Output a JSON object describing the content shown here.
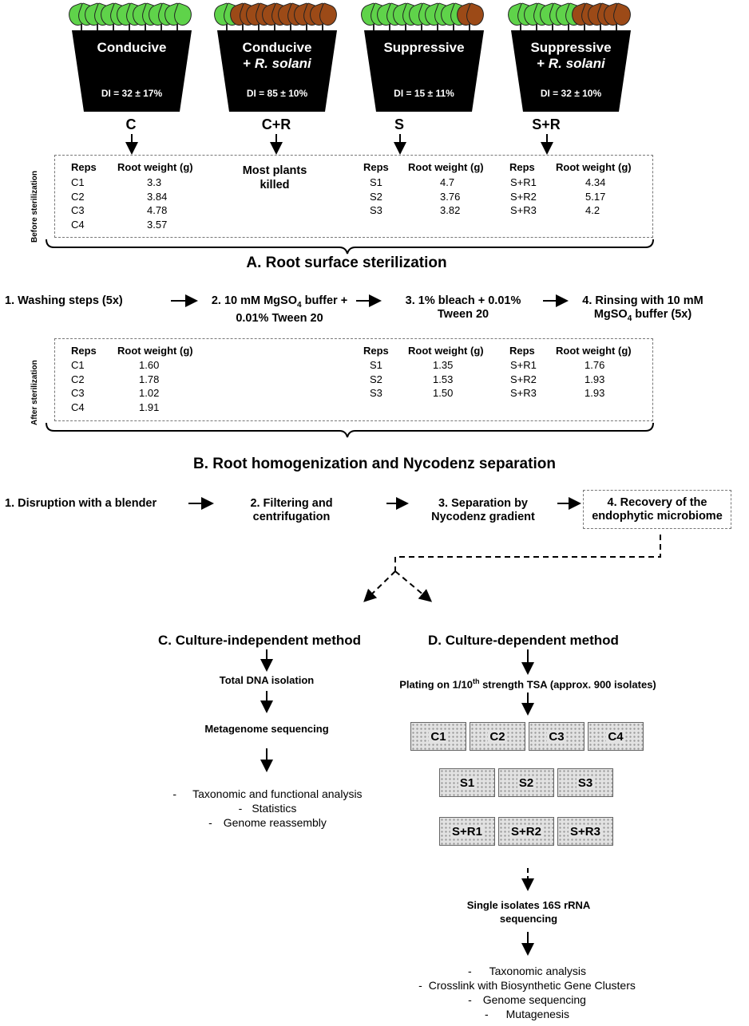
{
  "pots": [
    {
      "title_line1": "Conducive",
      "title_line2": "",
      "title_line2_italic": "",
      "di": "DI = 32 ± 17%",
      "code": "C",
      "plants": [
        "g",
        "g",
        "g",
        "g",
        "g",
        "g",
        "g"
      ]
    },
    {
      "title_line1": "Conducive",
      "title_line2": "+ ",
      "title_line2_italic": "R. solani",
      "di": "DI = 85 ± 10%",
      "code": "C+R",
      "plants": [
        "g",
        "b",
        "b",
        "b",
        "b",
        "b",
        "b"
      ]
    },
    {
      "title_line1": "Suppressive",
      "title_line2": "",
      "title_line2_italic": "",
      "di": "DI = 15 ± 11%",
      "code": "S",
      "plants": [
        "g",
        "g",
        "g",
        "g",
        "g",
        "g",
        "b"
      ]
    },
    {
      "title_line1": "Suppressive",
      "title_line2": "+ ",
      "title_line2_italic": "R. solani",
      "di": "DI = 32 ± 10%",
      "code": "S+R",
      "plants": [
        "g",
        "g",
        "g",
        "g",
        "b",
        "b",
        "b"
      ]
    }
  ],
  "colors": {
    "healthy_plant": "#5fd34a",
    "diseased_plant": "#9c4a17",
    "pot": "#000000"
  },
  "before": {
    "side_label": "Before sterilization",
    "col_reps": "Reps",
    "col_weight": "Root weight (g)",
    "conducive": [
      [
        "C1",
        "3.3"
      ],
      [
        "C2",
        "3.84"
      ],
      [
        "C3",
        "4.78"
      ],
      [
        "C4",
        "3.57"
      ]
    ],
    "cr_note_1": "Most plants",
    "cr_note_2": "killed",
    "suppressive": [
      [
        "S1",
        "4.7"
      ],
      [
        "S2",
        "3.76"
      ],
      [
        "S3",
        "3.82"
      ]
    ],
    "sr": [
      [
        "S+R1",
        "4.34"
      ],
      [
        "S+R2",
        "5.17"
      ],
      [
        "S+R3",
        "4.2"
      ]
    ]
  },
  "section_a": {
    "title": "A. Root surface sterilization",
    "step1": "1. Washing steps (5x)",
    "step2_l1a": "2. 10 mM MgSO",
    "step2_sub": "4",
    "step2_l1b": " buffer +",
    "step2_l2": "0.01% Tween 20",
    "step3_l1": "3. 1% bleach + 0.01%",
    "step3_l2": "Tween 20",
    "step4_l1": "4. Rinsing with 10 mM",
    "step4_l2a": "MgSO",
    "step4_sub": "4",
    "step4_l2b": " buffer (5x)"
  },
  "after": {
    "side_label": "After sterilization",
    "col_reps": "Reps",
    "col_weight": "Root weight (g)",
    "conducive": [
      [
        "C1",
        "1.60"
      ],
      [
        "C2",
        "1.78"
      ],
      [
        "C3",
        "1.02"
      ],
      [
        "C4",
        "1.91"
      ]
    ],
    "suppressive": [
      [
        "S1",
        "1.35"
      ],
      [
        "S2",
        "1.53"
      ],
      [
        "S3",
        "1.50"
      ]
    ],
    "sr": [
      [
        "S+R1",
        "1.76"
      ],
      [
        "S+R2",
        "1.93"
      ],
      [
        "S+R3",
        "1.93"
      ]
    ]
  },
  "section_b": {
    "title": "B. Root homogenization and Nycodenz separation",
    "step1": "1. Disruption with a blender",
    "step2_l1": "2. Filtering and",
    "step2_l2": "centrifugation",
    "step3_l1": "3. Separation by",
    "step3_l2": "Nycodenz gradient",
    "step4_l1": "4. Recovery of the",
    "step4_l2": "endophytic microbiome"
  },
  "section_c": {
    "title": "C. Culture-independent method",
    "step1": "Total DNA isolation",
    "step2": "Metagenome sequencing",
    "results": [
      "Taxonomic and functional analysis",
      "Statistics",
      "Genome reassembly"
    ]
  },
  "section_d": {
    "title": "D. Culture-dependent method",
    "plating_a": "Plating on 1/10",
    "plating_sup": "th",
    "plating_b": " strength TSA (approx. 900 isolates)",
    "plates_row1": [
      "C1",
      "C2",
      "C3",
      "C4"
    ],
    "plates_row2": [
      "S1",
      "S2",
      "S3"
    ],
    "plates_row3": [
      "S+R1",
      "S+R2",
      "S+R3"
    ],
    "seq_l1": "Single isolates 16S rRNA",
    "seq_l2": "sequencing",
    "results": [
      "Taxonomic analysis",
      "Crosslink with Biosynthetic Gene Clusters",
      "Genome sequencing",
      "Mutagenesis"
    ]
  },
  "bullet": "-"
}
